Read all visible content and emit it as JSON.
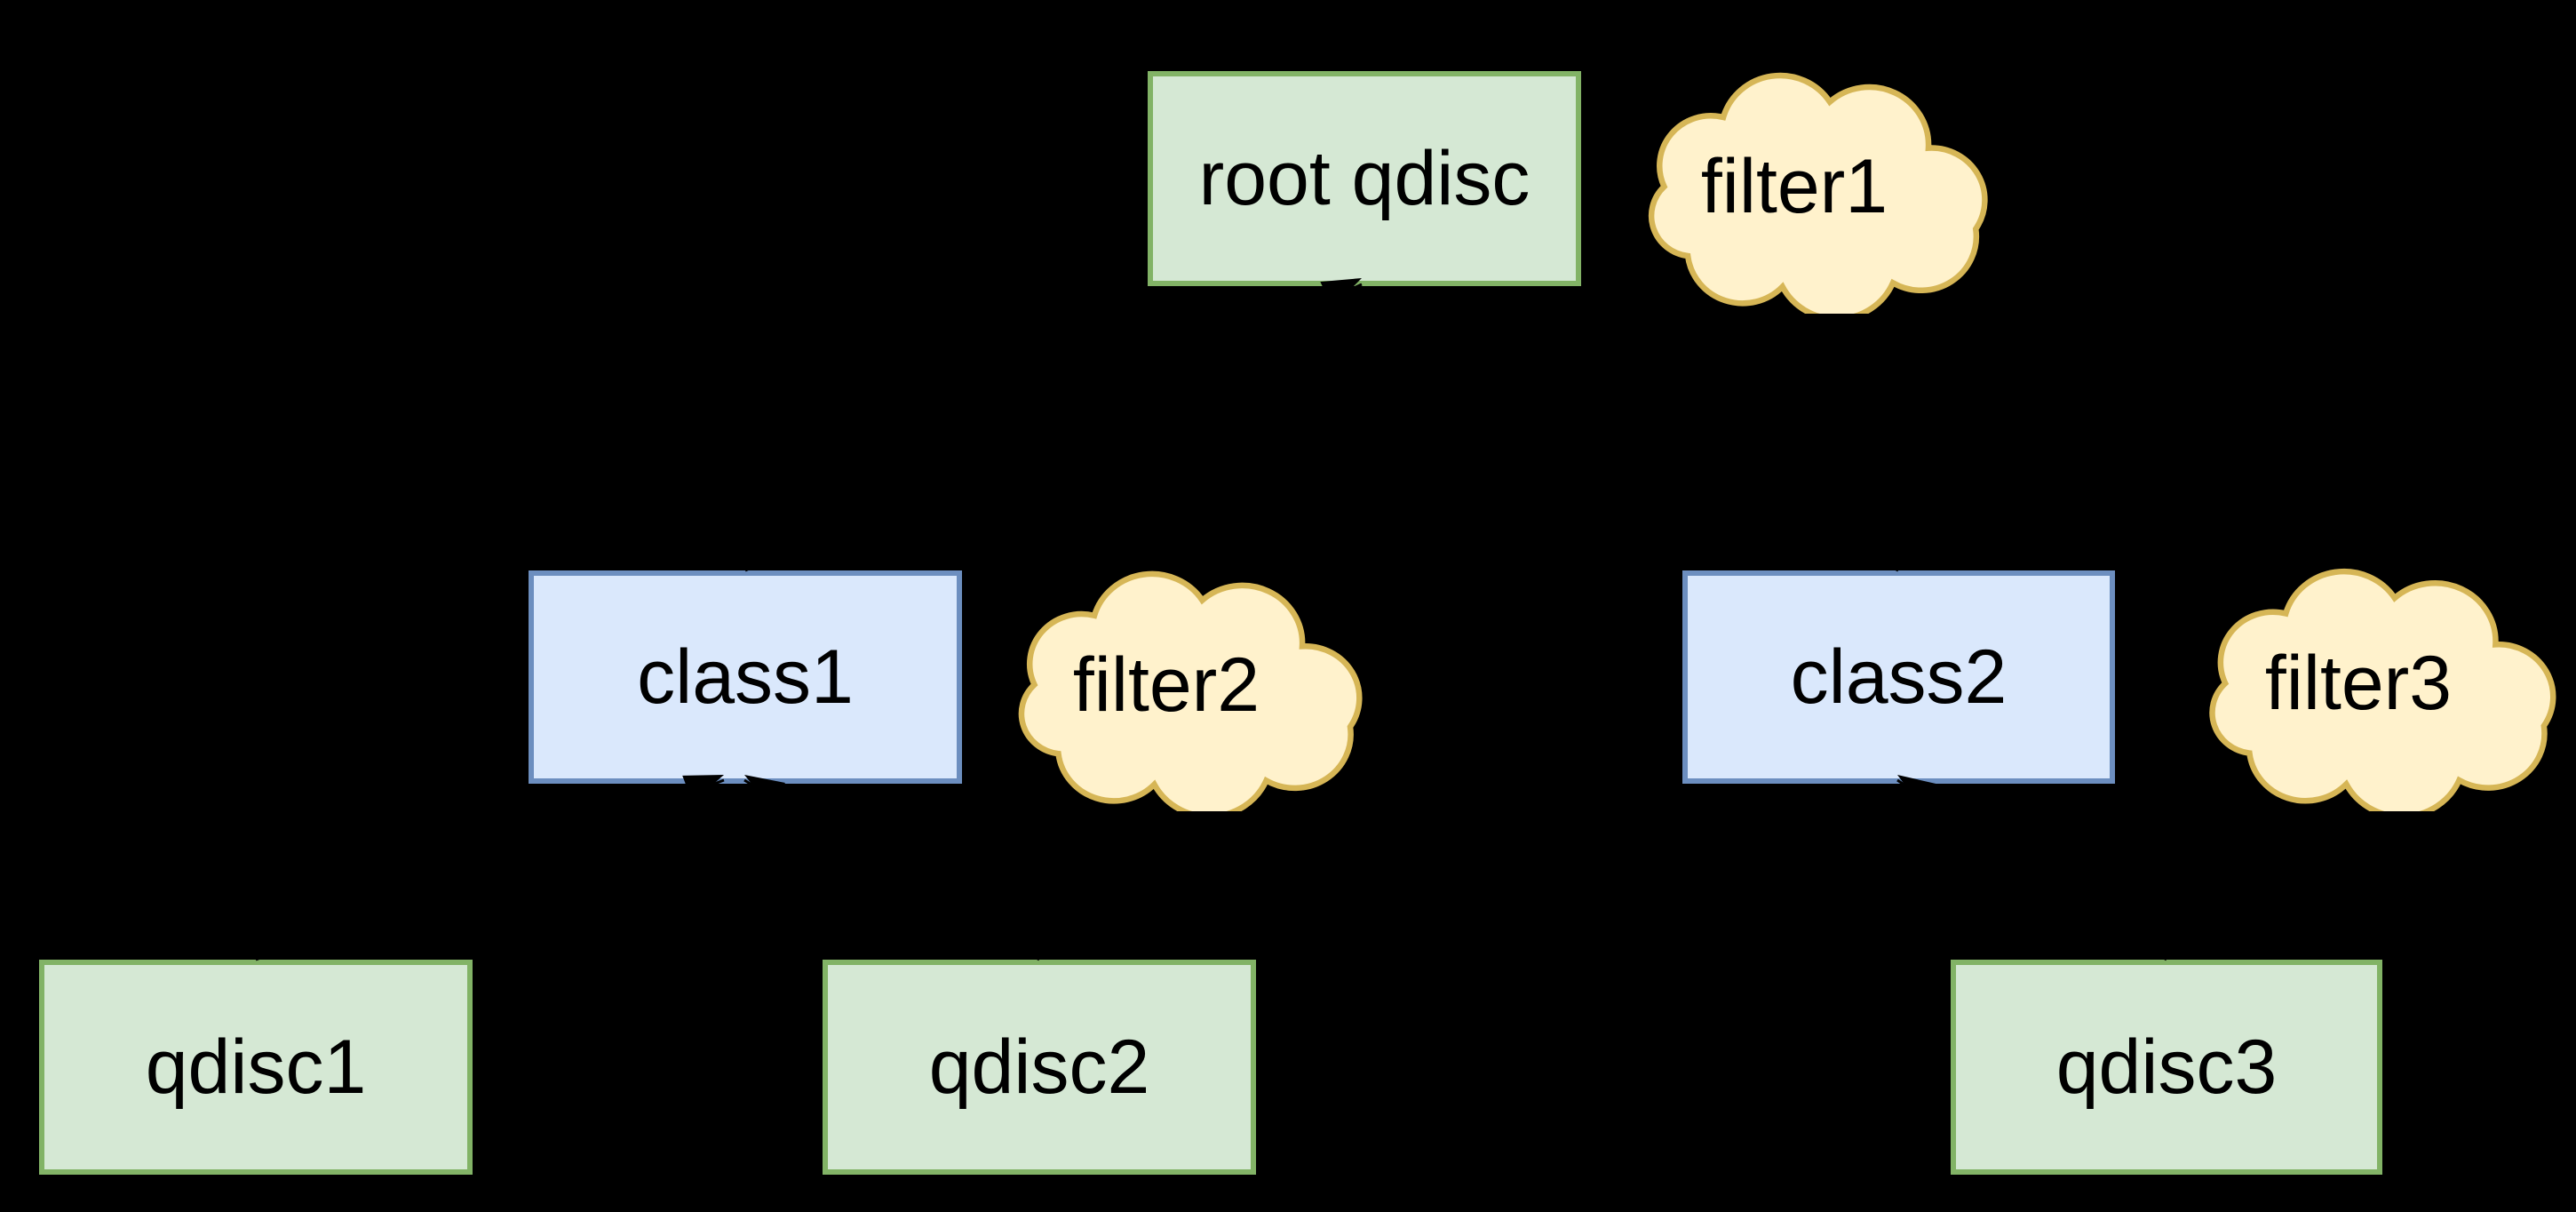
{
  "diagram": {
    "background": "#000000",
    "nodes": {
      "root_qdisc": {
        "label": "root qdisc",
        "shape": "rectangle",
        "role": "qdisc"
      },
      "class1": {
        "label": "class1",
        "shape": "rectangle",
        "role": "class"
      },
      "class2": {
        "label": "class2",
        "shape": "rectangle",
        "role": "class"
      },
      "qdisc1": {
        "label": "qdisc1",
        "shape": "rectangle",
        "role": "qdisc"
      },
      "qdisc2": {
        "label": "qdisc2",
        "shape": "rectangle",
        "role": "qdisc"
      },
      "qdisc3": {
        "label": "qdisc3",
        "shape": "rectangle",
        "role": "qdisc"
      },
      "filter1": {
        "label": "filter1",
        "shape": "cloud",
        "role": "filter"
      },
      "filter2": {
        "label": "filter2",
        "shape": "cloud",
        "role": "filter"
      },
      "filter3": {
        "label": "filter3",
        "shape": "cloud",
        "role": "filter"
      }
    },
    "edges": [
      {
        "from": "class1",
        "to": "root_qdisc",
        "arrow": "to"
      },
      {
        "from": "class2",
        "to": "root_qdisc",
        "arrow": "to"
      },
      {
        "from": "qdisc1",
        "to": "class1",
        "arrow": "to"
      },
      {
        "from": "qdisc2",
        "to": "class1",
        "arrow": "to"
      },
      {
        "from": "qdisc3",
        "to": "class2",
        "arrow": "to"
      }
    ],
    "colors": {
      "qdisc_fill": "#d5e8d4",
      "qdisc_border": "#82b366",
      "class_fill": "#dae8fc",
      "class_border": "#6c8ebf",
      "filter_fill": "#fff2cc",
      "filter_border": "#d6b656",
      "edge": "#000000",
      "text": "#000000"
    }
  }
}
